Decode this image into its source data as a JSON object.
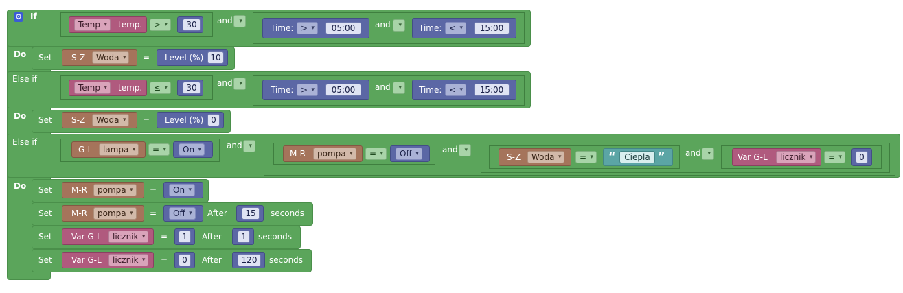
{
  "keywords": {
    "if": "If",
    "do": "Do",
    "else_if": "Else if",
    "set": "Set",
    "and": "and",
    "equals": "=",
    "after": "After",
    "seconds": "seconds",
    "quote_open": "“",
    "quote_close": "”"
  },
  "condition1": {
    "device_type": "Temp",
    "device": "temp.",
    "op": ">",
    "value": "30",
    "time1_label": "Time:",
    "time1_op": ">",
    "time1_value": "05:00",
    "time2_label": "Time:",
    "time2_op": "<",
    "time2_value": "15:00"
  },
  "action1": {
    "device_type": "S-Z",
    "device": "Woda",
    "property": "Level (%)",
    "value": "10"
  },
  "condition2": {
    "device_type": "Temp",
    "device": "temp.",
    "op": "≤",
    "value": "30",
    "time1_label": "Time:",
    "time1_op": ">",
    "time1_value": "05:00",
    "time2_label": "Time:",
    "time2_op": "<",
    "time2_value": "15:00"
  },
  "action2": {
    "device_type": "S-Z",
    "device": "Woda",
    "property": "Level (%)",
    "value": "0"
  },
  "condition3": {
    "a_type": "G-L",
    "a_device": "lampa",
    "a_op": "=",
    "a_value": "On",
    "b_type": "M-R",
    "b_device": "pompa",
    "b_op": "=",
    "b_value": "Off",
    "c_type": "S-Z",
    "c_device": "Woda",
    "c_op": "=",
    "c_value": "Ciepla",
    "d_type": "Var G-L",
    "d_device": "licznik",
    "d_op": "=",
    "d_value": "0"
  },
  "actions3": [
    {
      "device_type": "M-R",
      "device": "pompa",
      "value": "On"
    },
    {
      "device_type": "M-R",
      "device": "pompa",
      "value": "Off",
      "delay": "15"
    },
    {
      "device_type": "Var G-L",
      "device": "licznik",
      "value": "1",
      "delay": "1"
    },
    {
      "device_type": "Var G-L",
      "device": "licznik",
      "value": "0",
      "delay": "120"
    }
  ],
  "colors": {
    "block_green": "#5ba55b",
    "device_pink": "#b05a7e",
    "device_brown": "#a5745b",
    "value_blue": "#5b67a5",
    "text_teal": "#5ba5a5",
    "gear_blue": "#3a5bd6"
  }
}
